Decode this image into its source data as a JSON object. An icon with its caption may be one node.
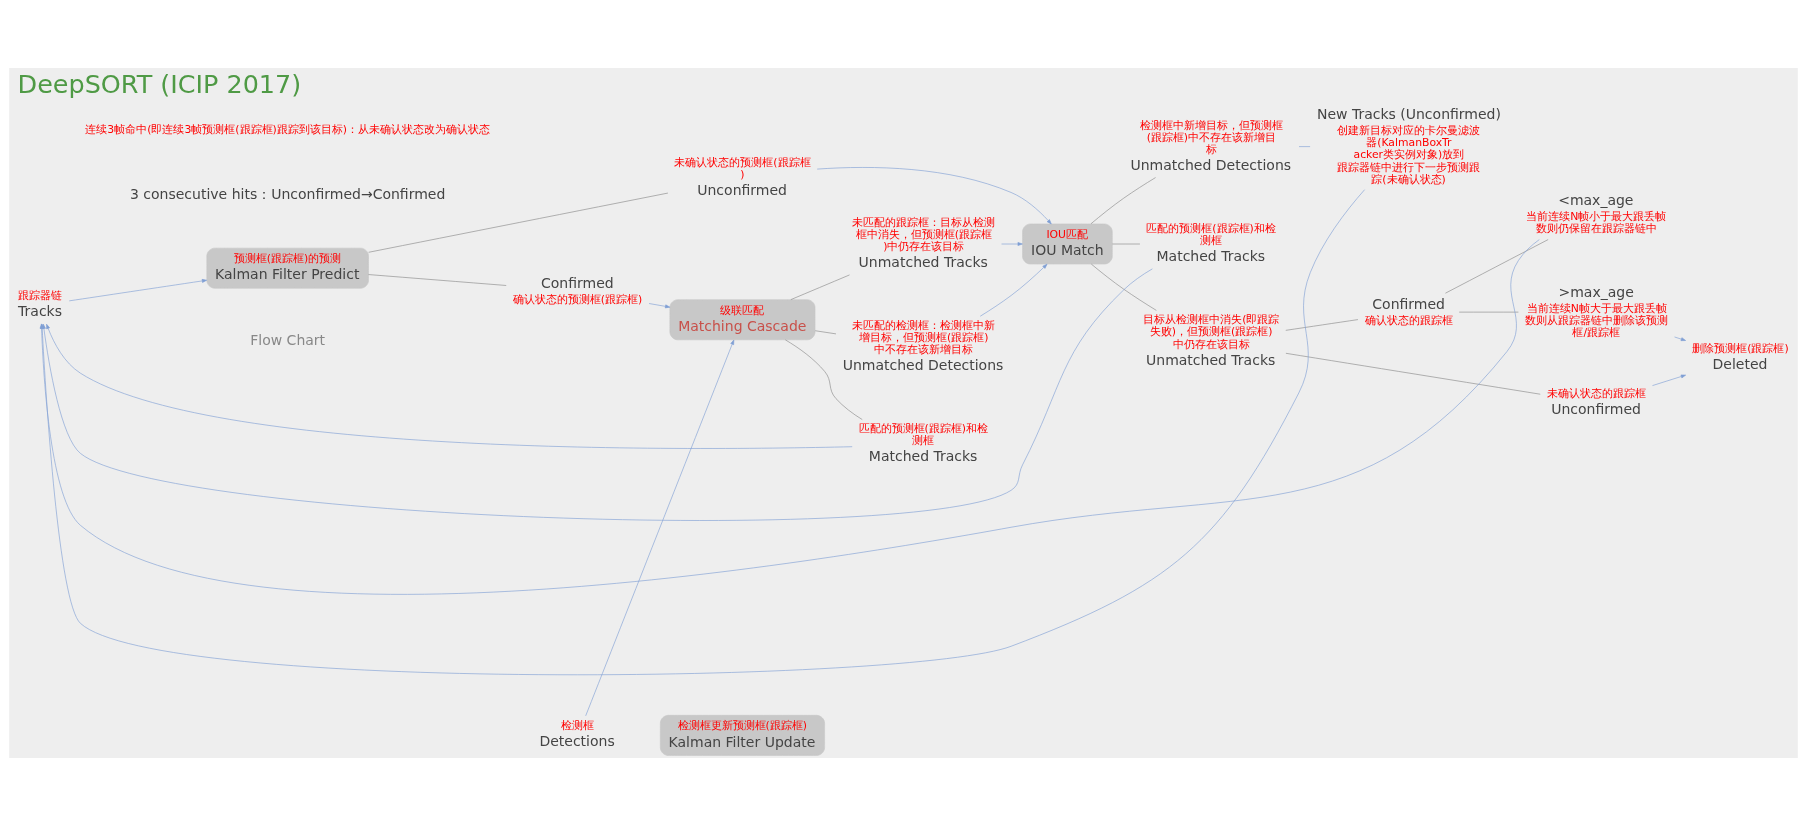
{
  "diagram": {
    "title": "DeepSORT (ICIP 2017)",
    "nodes": [
      {
        "text": [
          "跟踪器链",
          "Tracks"
        ]
      },
      {
        "text": [
          "预测框(跟踪框)的预测",
          "Kalman Filter Predict"
        ]
      },
      {
        "text": [
          "Confirmed",
          "确认状态的预测框(跟踪框)"
        ]
      },
      {
        "text": [
          "未确认状态的预测框(跟踪框)",
          "Unconfirmed"
        ]
      },
      {
        "text": [
          "检测框",
          "Detections"
        ]
      },
      {
        "text": [
          "级联匹配",
          "Matching Cascade"
        ]
      },
      {
        "text": [
          "未匹配的跟踪框：目标从检测框中消失，但预测框(跟踪框)中仍存在该目标",
          "Unmatched Tracks"
        ]
      },
      {
        "text": [
          "未匹配的检测框：检测框中新增目标，但预测框(跟踪框)中不存在该新增目标",
          "Unmatched Detections"
        ]
      },
      {
        "text": [
          "匹配的预测框(跟踪框)和检测框",
          "Matched Tracks"
        ]
      },
      {
        "text": [
          "IOU匹配",
          "IOU Match"
        ]
      },
      {
        "text": [
          "目标从检测框中消失(即跟踪失败)，但预测框(跟踪框)中仍存在该目标",
          "Unmatched Tracks"
        ]
      },
      {
        "text": [
          "检测框中新增目标，但预测框(跟踪框)中不存在该新增目标",
          "Unmatched Detections"
        ]
      },
      {
        "text": [
          "匹配的预测框(跟踪框)和检测框",
          "Matched Tracks"
        ]
      },
      {
        "text": [
          "未确认状态的跟踪框",
          "Unconfirmed"
        ]
      },
      {
        "text": [
          "Confirmed",
          "确认状态的跟踪框"
        ]
      },
      {
        "text": [
          ">max_age",
          "当前连续N帧大于最大跟丢帧数则从跟踪器链中删除该预测框/跟踪框"
        ]
      },
      {
        "text": [
          "<max_age",
          "当前连续N帧小于最大跟丢帧数则仍保留在跟踪器链中"
        ]
      },
      {
        "text": [
          "删除预测框(跟踪框)",
          "Deleted"
        ]
      },
      {
        "text": [
          "New Tracks (Unconfirmed)",
          "创建新目标对应的卡尔曼滤波器(KalmanBoxTracker类实例对象)放到跟踪器链中进行下一步预测跟踪(未确认状态)"
        ]
      },
      {
        "text": [
          "检测框更新预测框(跟踪框)",
          "Kalman Filter Update"
        ]
      }
    ],
    "edges": [
      {
        "from": 0,
        "to": 1,
        "arrow": "to"
      },
      {
        "from": 1,
        "to": 2,
        "arrow": "none",
        "color": "#888888"
      },
      {
        "from": 1,
        "to": 3,
        "arrow": "none",
        "color": "#888888"
      },
      {
        "from": 4,
        "to": 5,
        "arrow": "to"
      },
      {
        "from": 2,
        "to": 5,
        "arrow": "to"
      },
      {
        "from": 5,
        "to": 6,
        "arrow": "none",
        "color": "#888888"
      },
      {
        "from": 5,
        "to": 7,
        "arrow": "none",
        "color": "#888888"
      },
      {
        "from": 5,
        "to": 8,
        "arrow": "none",
        "color": "#888888"
      },
      {
        "from": 6,
        "to": 9,
        "arrow": "to"
      },
      {
        "from": 7,
        "to": 9,
        "arrow": "to"
      },
      {
        "from": 3,
        "to": 9,
        "arrow": "to"
      },
      {
        "from": 9,
        "to": 10,
        "arrow": "none",
        "color": "#888888"
      },
      {
        "from": 9,
        "to": 11,
        "arrow": "none",
        "color": "#888888"
      },
      {
        "from": 9,
        "to": 12,
        "arrow": "none",
        "color": "#888888"
      },
      {
        "from": 10,
        "to": 13,
        "arrow": "none",
        "color": "#888888"
      },
      {
        "from": 10,
        "to": 14,
        "arrow": "none",
        "color": "#888888"
      },
      {
        "from": 13,
        "to": 17,
        "arrow": "to"
      },
      {
        "from": 15,
        "to": 17,
        "arrow": "to"
      },
      {
        "from": 14,
        "to": 15,
        "arrow": "none",
        "color": "#888888"
      },
      {
        "from": 14,
        "to": 16,
        "arrow": "none",
        "color": "#888888"
      },
      {
        "from": 11,
        "to": 18,
        "arrow": "none"
      },
      {
        "from": 8,
        "to": 0,
        "arrow": "to"
      },
      {
        "from": 12,
        "to": 0,
        "arrow": "to"
      },
      {
        "from": 18,
        "to": 0,
        "arrow": "to"
      },
      {
        "from": 16,
        "to": 0,
        "arrow": "to"
      }
    ],
    "labels": [
      "Flow Chart",
      "3 consecutive hits：Unconfirmed→Confirmed",
      "连续3帧命中(即连续3帧预测框(跟踪框)跟踪到该目标)：从未确认状态改为确认状态"
    ]
  }
}
